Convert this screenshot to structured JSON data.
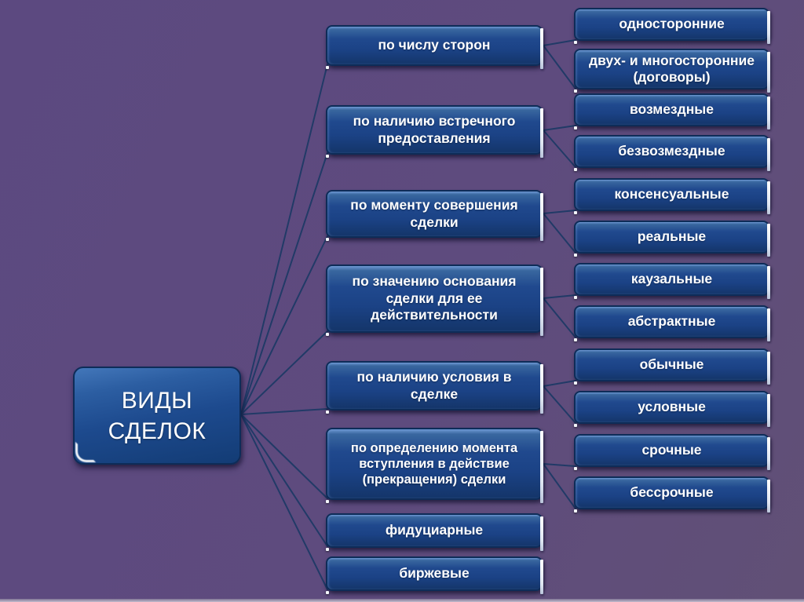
{
  "slide": {
    "title": "ВИДЫ СДЕЛОК",
    "colors": {
      "background": "#5e4b7e",
      "box_top": "#39679f",
      "box_bottom": "#143569",
      "box_outline": "#0e2c58",
      "connector": "#1e3a66",
      "text": "#ffffff"
    },
    "root": {
      "label": "ВИДЫ СДЕЛОК"
    },
    "branches": [
      {
        "label": "по числу сторон",
        "children": [
          "односторонние",
          "двух- и многосторонние (договоры)"
        ]
      },
      {
        "label": "по наличию встречного предоставления",
        "children": [
          "возмездные",
          "безвозмездные"
        ]
      },
      {
        "label": "по моменту совершения сделки",
        "children": [
          "консенсуальные",
          "реальные"
        ]
      },
      {
        "label": "по значению основания сделки для ее действительности",
        "children": [
          "каузальные",
          "абстрактные"
        ]
      },
      {
        "label": "по наличию условия в сделке",
        "children": [
          "обычные",
          "условные"
        ]
      },
      {
        "label": "по определению момента вступления в действие (прекращения) сделки",
        "children": [
          "срочные",
          "бессрочные"
        ]
      },
      {
        "label": "фидуциарные",
        "children": []
      },
      {
        "label": "биржевые",
        "children": []
      }
    ]
  }
}
